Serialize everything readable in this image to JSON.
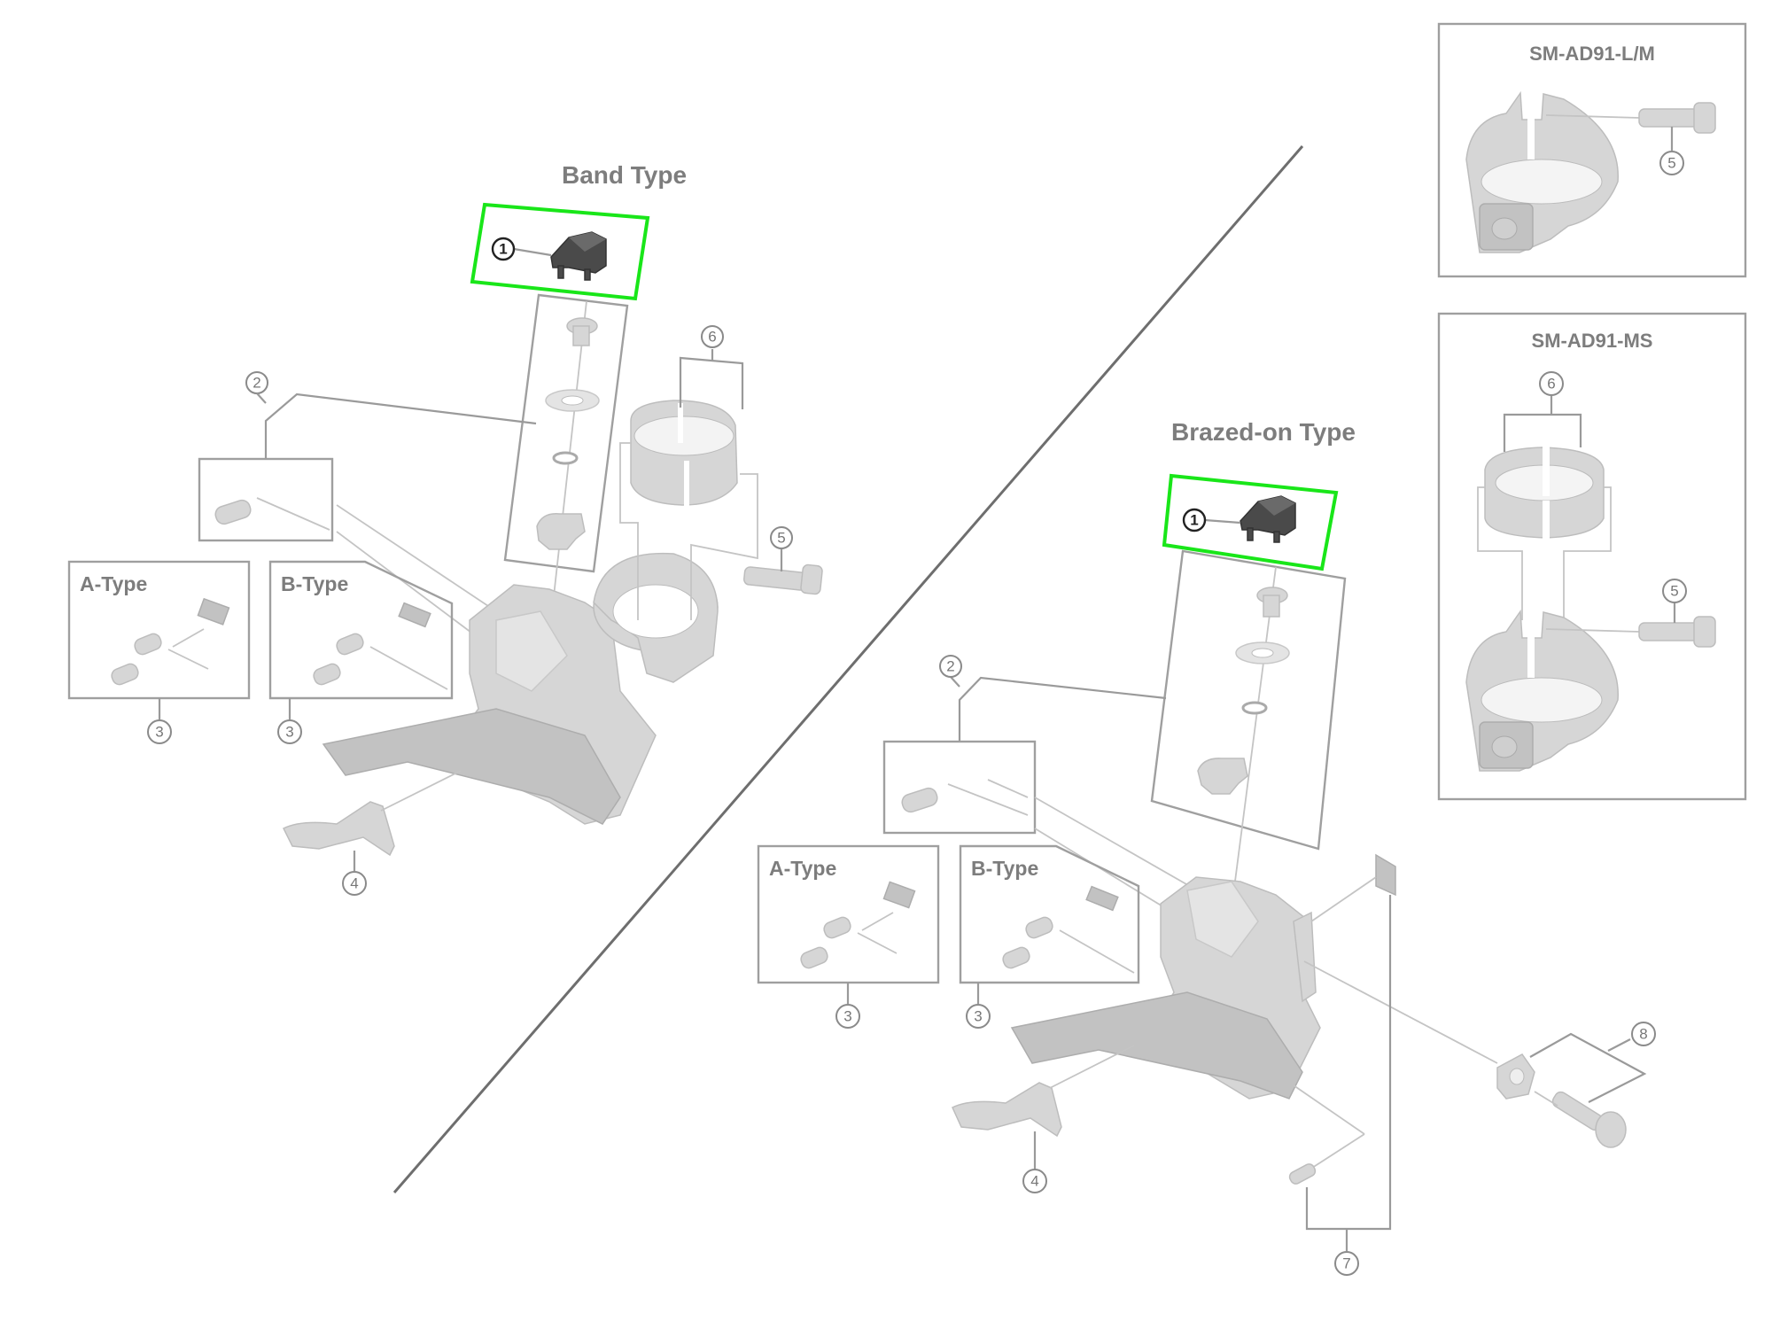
{
  "diagram": {
    "band_section": {
      "title": "Band Type",
      "highlighted_part": "1",
      "callouts": [
        "1",
        "2",
        "3",
        "3",
        "4",
        "5",
        "6"
      ],
      "a_type_label": "A-Type",
      "b_type_label": "B-Type"
    },
    "brazed_section": {
      "title": "Brazed-on Type",
      "highlighted_part": "1",
      "callouts": [
        "1",
        "2",
        "3",
        "3",
        "4",
        "7",
        "8"
      ],
      "a_type_label": "A-Type",
      "b_type_label": "B-Type"
    },
    "adapter_lm": {
      "title": "SM-AD91-L/M",
      "callouts": [
        "5"
      ]
    },
    "adapter_ms": {
      "title": "SM-AD91-MS",
      "callouts": [
        "6",
        "5"
      ]
    },
    "colors": {
      "highlight": "#19e619",
      "label": "#7d7d7d",
      "part": "#d6d6d6"
    }
  }
}
